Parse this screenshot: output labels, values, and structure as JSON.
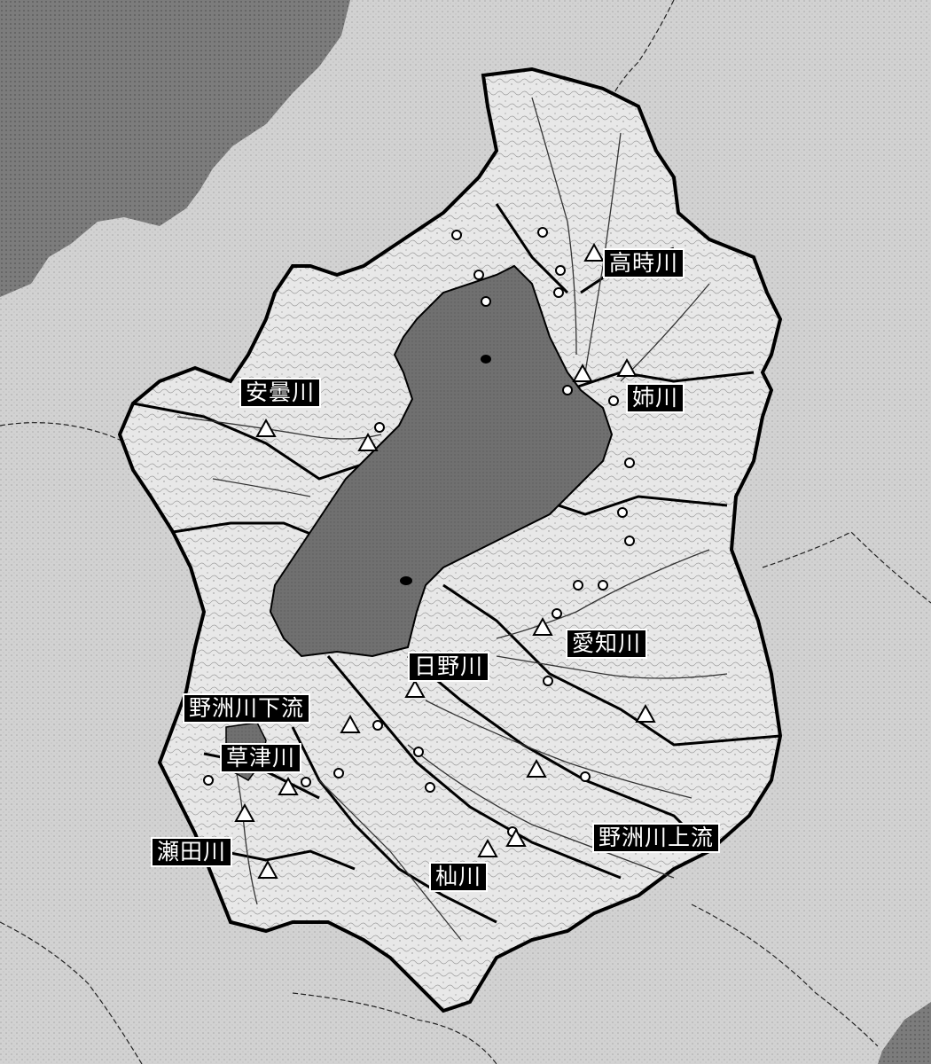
{
  "colors": {
    "background": "#cfcfcf",
    "land_outside": "#d4d4d4",
    "basin_fill": "#e6e6e6",
    "lake": "#6f6f6f",
    "dark_region": "#7a7a7a",
    "label_bg": "#000000",
    "label_text": "#ffffff",
    "outline": "#000000"
  },
  "map": {
    "labels": {
      "takatoki": "高時川",
      "anegawa": "姉川",
      "ado": "安曇川",
      "echi": "愛知川",
      "hino": "日野川",
      "yasu_lower": "野洲川下流",
      "kusatsu": "草津川",
      "seta": "瀬田川",
      "soma": "杣川",
      "yasu_upper": "野洲川上流"
    }
  }
}
